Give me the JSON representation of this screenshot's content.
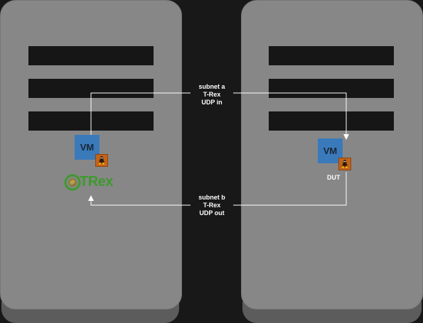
{
  "connections": {
    "top": {
      "line1": "subnet a",
      "line2": "T-Rex",
      "line3": "UDP in"
    },
    "bottom": {
      "line1": "subnet b",
      "line2": "T-Rex",
      "line3": "UDP out"
    }
  },
  "left_host": {
    "vm_label": "VM",
    "logo_text": "TRex"
  },
  "right_host": {
    "vm_label": "VM",
    "caption": "DUT"
  },
  "colors": {
    "server": "#878787",
    "slot": "#161616",
    "vm": "#3a7abb",
    "linux_badge": "#c46318",
    "trex_green": "#3e9a2e",
    "wire": "#ffffff"
  },
  "icons": [
    "linux-tux-icon",
    "trex-dinosaur-icon"
  ]
}
